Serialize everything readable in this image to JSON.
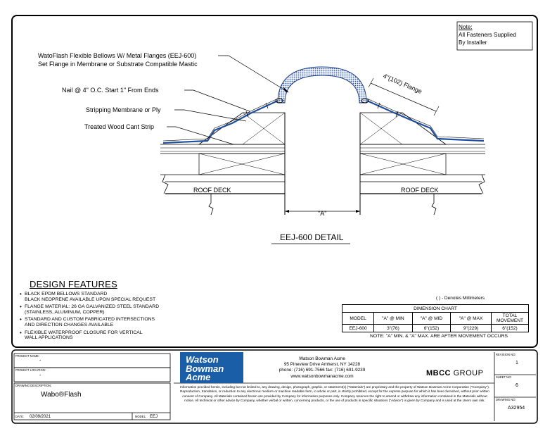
{
  "note": {
    "heading": "Note:",
    "lines": [
      "All Fasteners Supplied",
      "By Installer"
    ]
  },
  "callouts": {
    "bellows_line1": "WatoFlash Flexible Bellows W/ Metal Flanges (EEJ-600)",
    "bellows_line2": "Set Flange in Membrane or Substrate Compatible Mastic",
    "nail": "Nail @ 4\" O.C. Start 1\" From Ends",
    "stripping": "Stripping Membrane or Ply",
    "cant": "Treated Wood Cant Strip",
    "flange": "4\"(102) Flange",
    "roof_deck_left": "ROOF DECK",
    "roof_deck_right": "ROOF DECK",
    "gap": "\"A\"",
    "detail_title": "EEJ-600 DETAIL"
  },
  "design_features": {
    "title": "DESIGN FEATURES",
    "items": [
      {
        "l1": "BLACK EPDM BELLOWS STANDARD",
        "l2": "BLACK NEOPRENE AVAILABLE UPON SPECIAL REQUEST"
      },
      {
        "l1": "FLANGE MATERIAL: 26 GA GALVANIZED STEEL STANDARD",
        "l2": "(STAINLESS, ALUMINUM, COPPER)"
      },
      {
        "l1": "STANDARD AND CUSTOM FABRICATED INTERSECTIONS",
        "l2": "AND DIRECTION CHANGES AVAILABLE"
      },
      {
        "l1": "FLEXIBLE WATERPROOF CLOSURE FOR VERTICAL",
        "l2": "WALL APPLICATIONS"
      }
    ]
  },
  "dimension_chart": {
    "unit_note": "( ) - Denotes Millimeters",
    "title": "DIMENSION CHART",
    "headers": [
      "MODEL",
      "\"A\" @ MIN",
      "\"A\" @ MID",
      "\"A\" @ MAX",
      "TOTAL MOVEMENT"
    ],
    "row": [
      "EEJ-600",
      "3\"(76)",
      "6\"(152)",
      "9\"(229)",
      "6\"(152)"
    ],
    "footnote": "NOTE: \"A\" MIN. & \"A\" MAX. ARE AFTER MOVEMENT OCCURS"
  },
  "title_block": {
    "project_name_label": "PROJECT NAME:",
    "project_name_value": "-",
    "project_location_label": "PROJECT LOCATION:",
    "project_location_value": "-",
    "drawing_description_label": "DRAWING DESCRIPTION:",
    "drawing_description_value": "Wabo®Flash",
    "date_label": "DATE:",
    "date_value": "02/09/2021",
    "model_label": "MODEL:",
    "model_value": "EEJ",
    "logo_line1": "Watson",
    "logo_line2": "Bowman",
    "logo_line3": "Acme",
    "company_name": "Watson Bowman Acme",
    "company_address": "95 Pineview Drive Amherst, NY 14228",
    "company_phone": "phone: (716) 691-7566  fax: (716) 691-9239",
    "company_web": "www.watsonbowmanacme.com",
    "mbcc_part1": "MBCC",
    "mbcc_part2": "GROUP",
    "disclaimer": "Information provided herein, including but not limited to, any drawing, design, photograph, graphic, or statement(s) (\"Materials\") are proprietary and the property of Watson Bowman Acme Corporation (\"Company\"). Reproduction, translation, or reduction to any electronic medium or machine readable form, in whole or part, is strictly prohibited, except for the express purpose for which it has been furnished, without prior written consent of Company. All Materials contained herein are provided by Company for information purposes only. Company reserves the right to amend or withdraw any information contained in the Materials without notice. All technical or other advice by Company, whether verbal or written, concerning products, or the use of products in specific situations (\"Advice\") is given by Company and is used at the Users own risk.",
    "revision_label": "REVISION NO:",
    "revision_value": "1",
    "sheet_label": "SHEET NO:",
    "sheet_value": "6",
    "drawing_no_label": "DRAWING NO:",
    "drawing_no_value": "A32954"
  }
}
